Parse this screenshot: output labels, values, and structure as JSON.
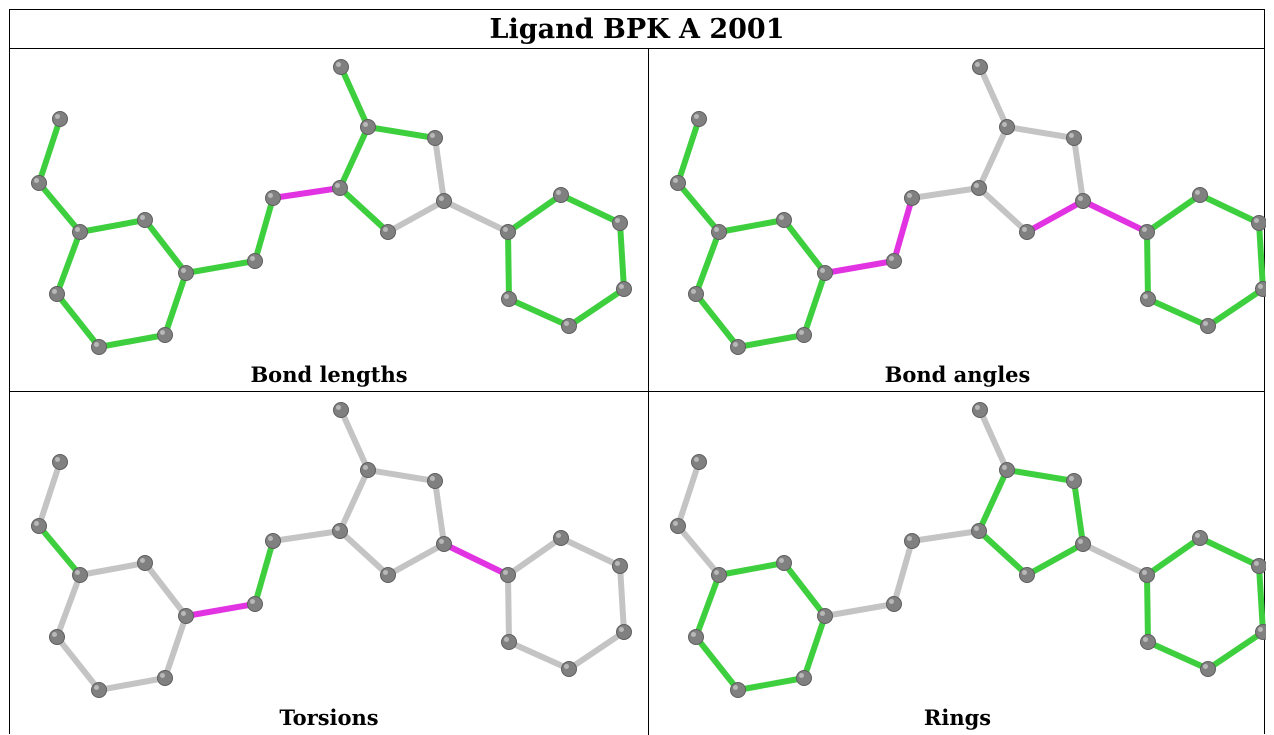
{
  "title": "Ligand BPK A 2001",
  "colors": {
    "highlight": "#3ecf3e",
    "outlier": "#e233e2",
    "plain": "#c4c4c4",
    "atom": "#808080"
  },
  "panels": [
    {
      "caption": "Bond lengths"
    },
    {
      "caption": "Bond angles"
    },
    {
      "caption": "Torsions"
    },
    {
      "caption": "Rings"
    }
  ]
}
